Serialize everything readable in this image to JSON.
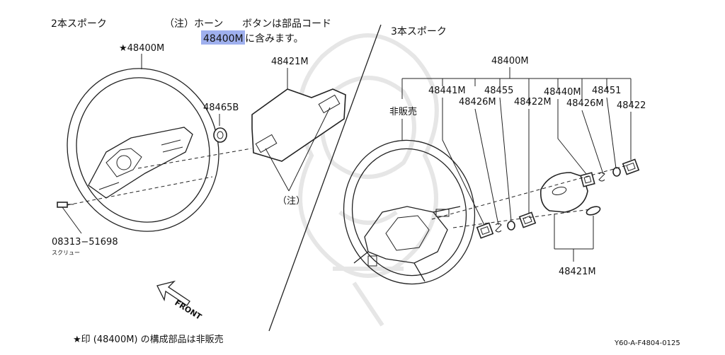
{
  "colors": {
    "highlight": "#9fb0ee",
    "line": "#222222",
    "watermark": "#e6e6e6"
  },
  "left_section": {
    "title": "2本スポーク",
    "note_prefix": "（注）ホーン",
    "note_middle": "ボタンは部品コード",
    "note_code": "48400M",
    "note_suffix": "に含みます。",
    "labels": {
      "wheel": "★48400M",
      "pad": "48421M",
      "nut": "48465B",
      "note_ref": "（注）",
      "screw_code": "08313−51698",
      "screw_name": "スクリュー"
    },
    "front_label": "FRONT"
  },
  "right_section": {
    "title": "3本スポーク",
    "labels": {
      "assembly": "48400M",
      "not_for_sale": "非販売",
      "p48441M": "48441M",
      "p48455": "48455",
      "p48426M_a": "48426M",
      "p48440M": "48440M",
      "p48451": "48451",
      "p48422M": "48422M",
      "p48426M_b": "48426M",
      "p48422": "48422",
      "p48421M": "48421M"
    }
  },
  "footer": {
    "star_note": "★印 (48400M) の構成部品は非販売",
    "figure_code": "Y60-A-F4804-0125"
  }
}
